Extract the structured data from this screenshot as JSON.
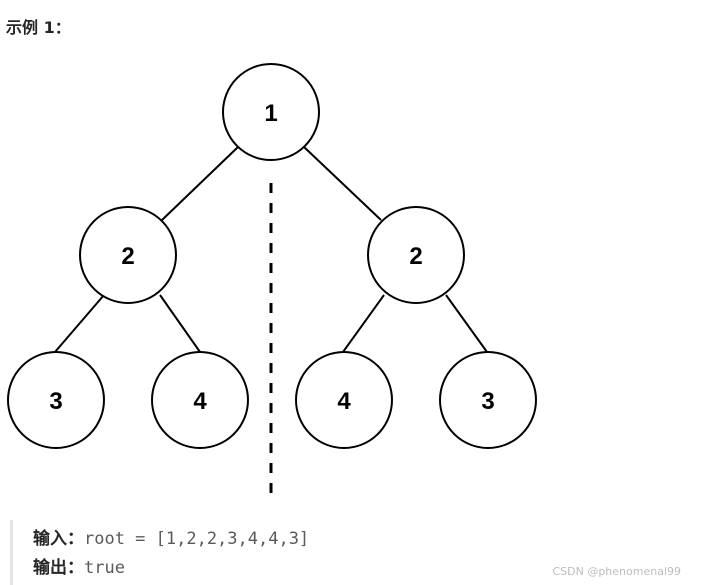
{
  "example": {
    "title": "示例 1："
  },
  "tree": {
    "nodes": [
      {
        "id": "root",
        "label": "1"
      },
      {
        "id": "left",
        "label": "2"
      },
      {
        "id": "right",
        "label": "2"
      },
      {
        "id": "left-left",
        "label": "3"
      },
      {
        "id": "left-right",
        "label": "4"
      },
      {
        "id": "right-left",
        "label": "4"
      },
      {
        "id": "right-right",
        "label": "3"
      }
    ],
    "edges": [
      [
        "root",
        "left"
      ],
      [
        "root",
        "right"
      ],
      [
        "left",
        "left-left"
      ],
      [
        "left",
        "left-right"
      ],
      [
        "right",
        "right-left"
      ],
      [
        "right",
        "right-right"
      ]
    ]
  },
  "io": {
    "input_label": "输入：",
    "input_value": "root = [1,2,2,3,4,4,3]",
    "output_label": "输出：",
    "output_value": "true"
  },
  "watermark": "CSDN @phenomenal99"
}
